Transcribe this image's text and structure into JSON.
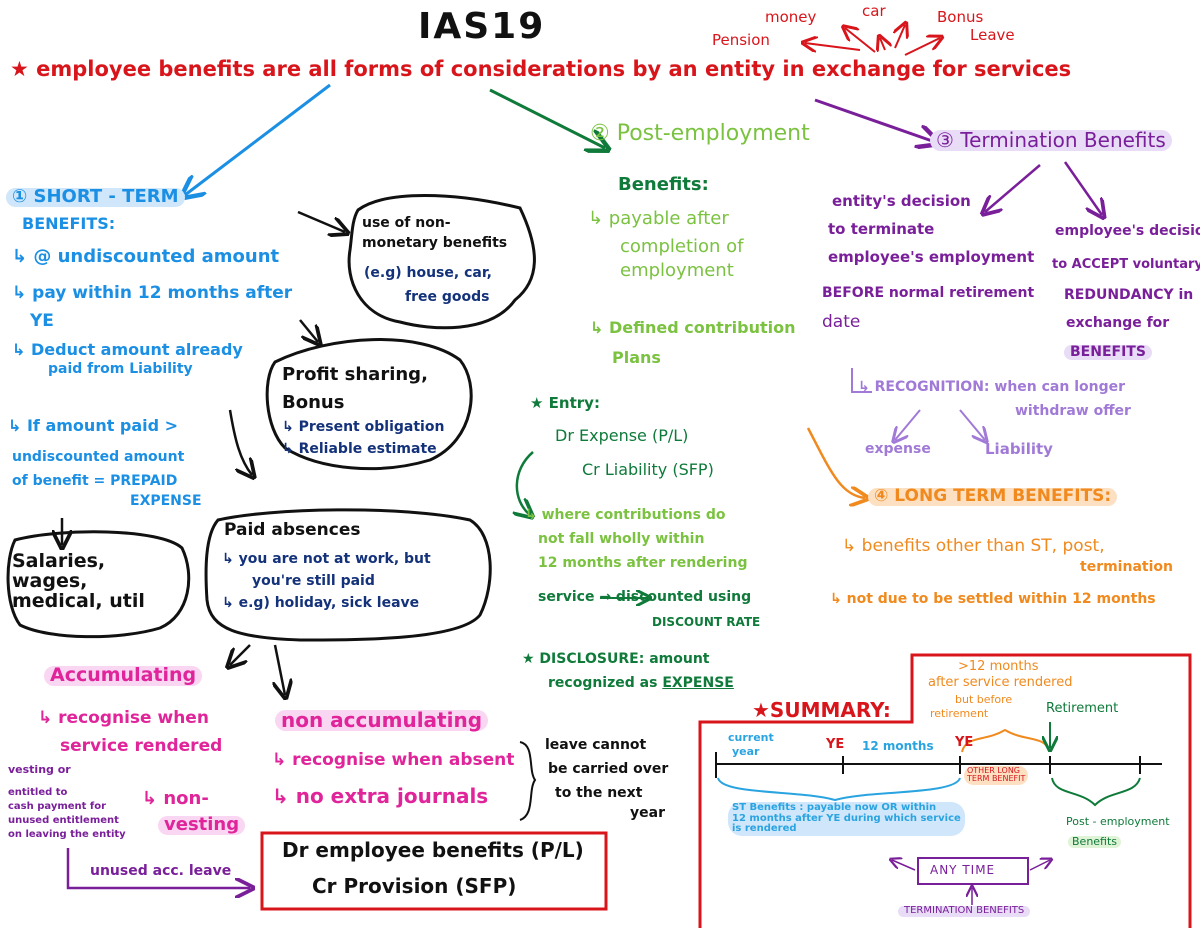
{
  "title": "IAS19",
  "definition": "★ employee benefits are all forms of considerations by an entity in exchange for services",
  "examples": [
    "money",
    "car",
    "Bonus",
    "Pension",
    "Leave"
  ],
  "short_term": {
    "heading_1": "① SHORT - TERM",
    "heading_2": "BENEFITS:",
    "line1": "↳ @ undiscounted amount",
    "line2a": "↳ pay within 12 months after",
    "line2b": "YE",
    "line3a": "↳ Deduct amount already",
    "line3b": "paid from Liability",
    "line4a": "↳ If amount paid >",
    "line4b": "undiscounted amount",
    "line4c": "of benefit = PREPAID",
    "line4d": "EXPENSE",
    "salaries": "Salaries, wages, medical, util"
  },
  "non_monetary": {
    "line1": "use of non-",
    "line2": "monetary benefits",
    "line3": "(e.g) house, car,",
    "line4": "free goods"
  },
  "profit_sharing": {
    "line1": "Profit sharing,",
    "line2": "Bonus",
    "line3": "↳ Present obligation",
    "line4": "↳ Reliable estimate"
  },
  "paid_absences": {
    "line1": "Paid absences",
    "line2": "↳ you are not at work, but",
    "line3": "you're still paid",
    "line4": "↳ e.g) holiday, sick leave"
  },
  "accumulating": {
    "label": "Accumulating",
    "line1": "↳ recognise when",
    "line2": "service rendered",
    "vesting1": "vesting or",
    "vesting2": "entitled to",
    "vesting3": "cash payment for",
    "vesting4": "unused entitlement",
    "vesting5": "on leaving the entity",
    "non_vesting1": "↳ non-",
    "non_vesting2": "vesting",
    "unused": "unused acc. leave"
  },
  "non_accumulating": {
    "label": "non accumulating",
    "line1": "↳ recognise when absent",
    "line2": "↳ no extra journals",
    "note1": "leave cannot",
    "note2": "be carried over",
    "note3": "to the next",
    "note4": "year"
  },
  "journal": {
    "line1": "Dr employee benefits (P/L)",
    "line2": "Cr Provision (SFP)"
  },
  "post_employment": {
    "heading_1": "② Post-employment",
    "heading_2": "Benefits:",
    "line1": "↳ payable after",
    "line2": "completion of",
    "line3": "employment",
    "line4": "↳ Defined contribution",
    "line5": "Plans",
    "entry_title": "★ Entry:",
    "entry_dr": "Dr Expense (P/L)",
    "entry_cr": "Cr Liability (SFP)",
    "where1": "↳ where contributions do",
    "where2": "not fall wholly within",
    "where3": "12 months after rendering",
    "where4": "service → discounted using",
    "where5": "DISCOUNT RATE",
    "disc1": "★ DISCLOSURE: amount",
    "disc2a": "recognized as",
    "disc2b": "EXPENSE"
  },
  "termination": {
    "heading": "③ Termination Benefits",
    "entity1": "entity's decision",
    "entity2": "to terminate",
    "entity3": "employee's employment",
    "entity4": "BEFORE normal retirement",
    "entity5": "date",
    "employee1": "employee's decision",
    "employee2": "to ACCEPT voluntary",
    "employee3": "REDUNDANCY in",
    "employee4": "exchange for",
    "employee5": "BENEFITS",
    "recognition1": "↳ RECOGNITION: when can longer",
    "recognition2": "withdraw offer",
    "expense": "expense",
    "liability": "Liability"
  },
  "long_term": {
    "heading": "④ LONG TERM BENEFITS:",
    "line1": "↳ benefits other than ST, post,",
    "line2": "termination",
    "line3": "↳ not due to be settled within 12 months"
  },
  "summary": {
    "label": "★SUMMARY:",
    "top_note1": ">12 months",
    "top_note2": "after service rendered",
    "top_note3": "but before",
    "top_note4": "retirement",
    "retirement": "Retirement",
    "current_year1": "current",
    "current_year2": "year",
    "ye1": "YE",
    "months12": "12 months",
    "ye2": "YE",
    "other_long1": "OTHER LONG",
    "other_long2": "TERM BENEFIT",
    "st_benefits1": "ST Benefits : payable now OR within",
    "st_benefits2": "12 months after YE during which service",
    "st_benefits3": "is rendered",
    "post_emp1": "Post - employment",
    "post_emp2": "Benefits",
    "any_time": "ANY TIME",
    "termination_benefits": "TERMINATION BENEFITS"
  },
  "colors": {
    "red": "#d8151b",
    "blue": "#1a8fe3",
    "dark": "#111111",
    "navy": "#14327a",
    "green": "#7bc241",
    "dkgreen": "#0f7a3a",
    "purple": "#7a1f9a",
    "lavender": "#a07ad6",
    "orange": "#f08a1e",
    "pink": "#e0249a",
    "summary_blue": "#2aa4e0"
  }
}
